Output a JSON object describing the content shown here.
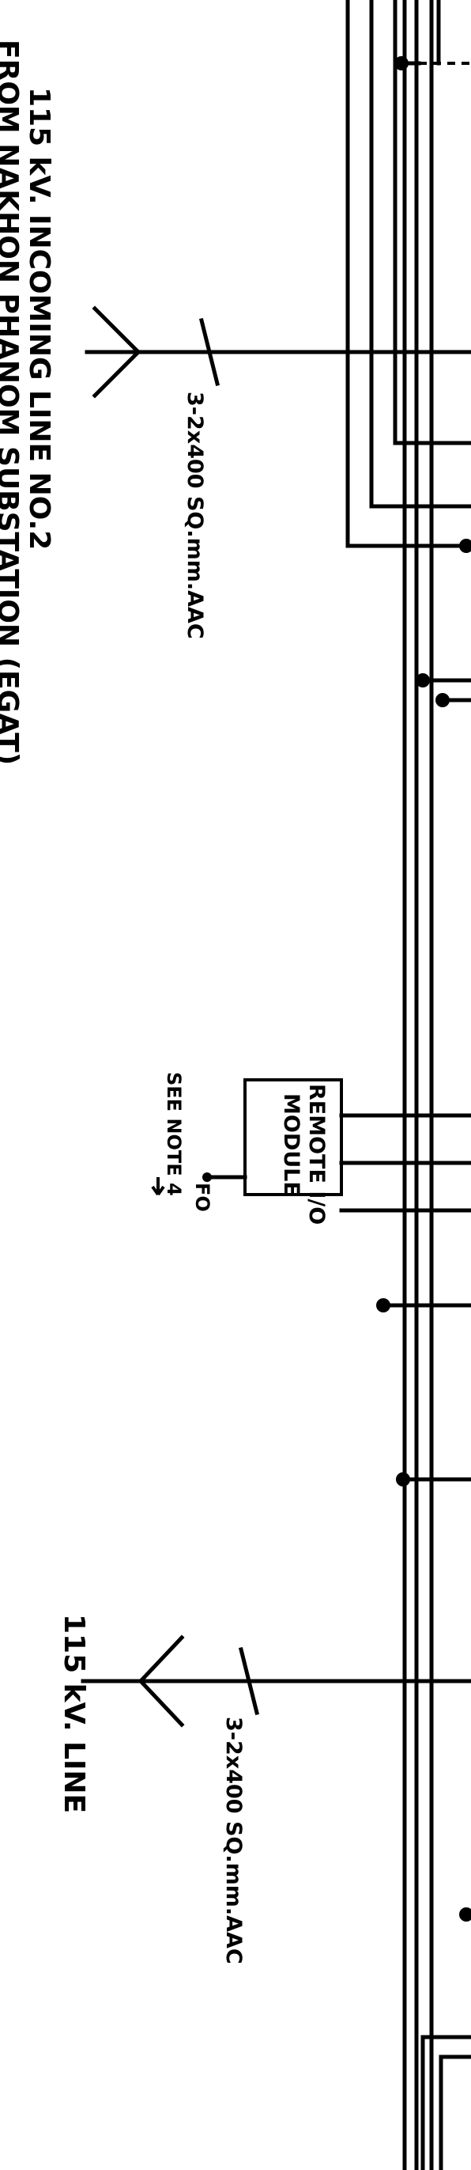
{
  "incoming_line": {
    "title": "115 kV. INCOMING LINE NO.2",
    "source": "FROM NAKHON PHANOM SUBSTATION (EGAT)",
    "conductor": "3-2x400 SQ.mm.AAC"
  },
  "outgoing_line": {
    "title": "115 kV. LINE",
    "conductor": "3-2x400 SQ.mm.AAC"
  },
  "remote_io": {
    "line1": "REMOTE I/O",
    "line2": "MODULE",
    "fo_label": "FO",
    "note": "SEE NOTE 4"
  }
}
